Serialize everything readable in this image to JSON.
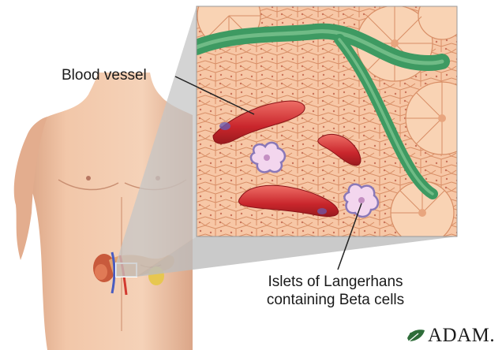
{
  "labels": {
    "blood_vessel": "Blood vessel",
    "islets_line1": "Islets of Langerhans",
    "islets_line2": "containing Beta cells"
  },
  "logo": {
    "text": "ADAM."
  },
  "colors": {
    "skin": "#f2c7a9",
    "skin_shadow": "#d9a283",
    "cell_fill": "#f7c7a6",
    "cell_stroke": "#d88e66",
    "vessel_green": "#3e9a62",
    "vessel_green_light": "#86c996",
    "blood_red": "#c9262c",
    "blood_red_light": "#ee6e66",
    "islet_purple": "#8a78b8",
    "callout_grey": "#c6c6c6",
    "logo_green": "#2f6d3a"
  },
  "icons": {
    "logo_leaf": "leaf-icon"
  }
}
